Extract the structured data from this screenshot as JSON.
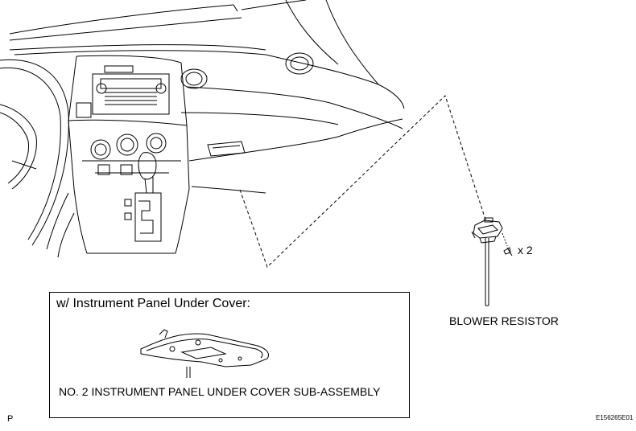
{
  "callouts": {
    "blower_resistor": "BLOWER RESISTOR",
    "screw_quantity": "x 2"
  },
  "inset": {
    "title": "w/ Instrument Panel Under Cover:",
    "part_label": "NO. 2 INSTRUMENT PANEL UNDER COVER SUB-ASSEMBLY"
  },
  "footer": {
    "page_mark": "P",
    "figure_id": "E156265E01"
  }
}
